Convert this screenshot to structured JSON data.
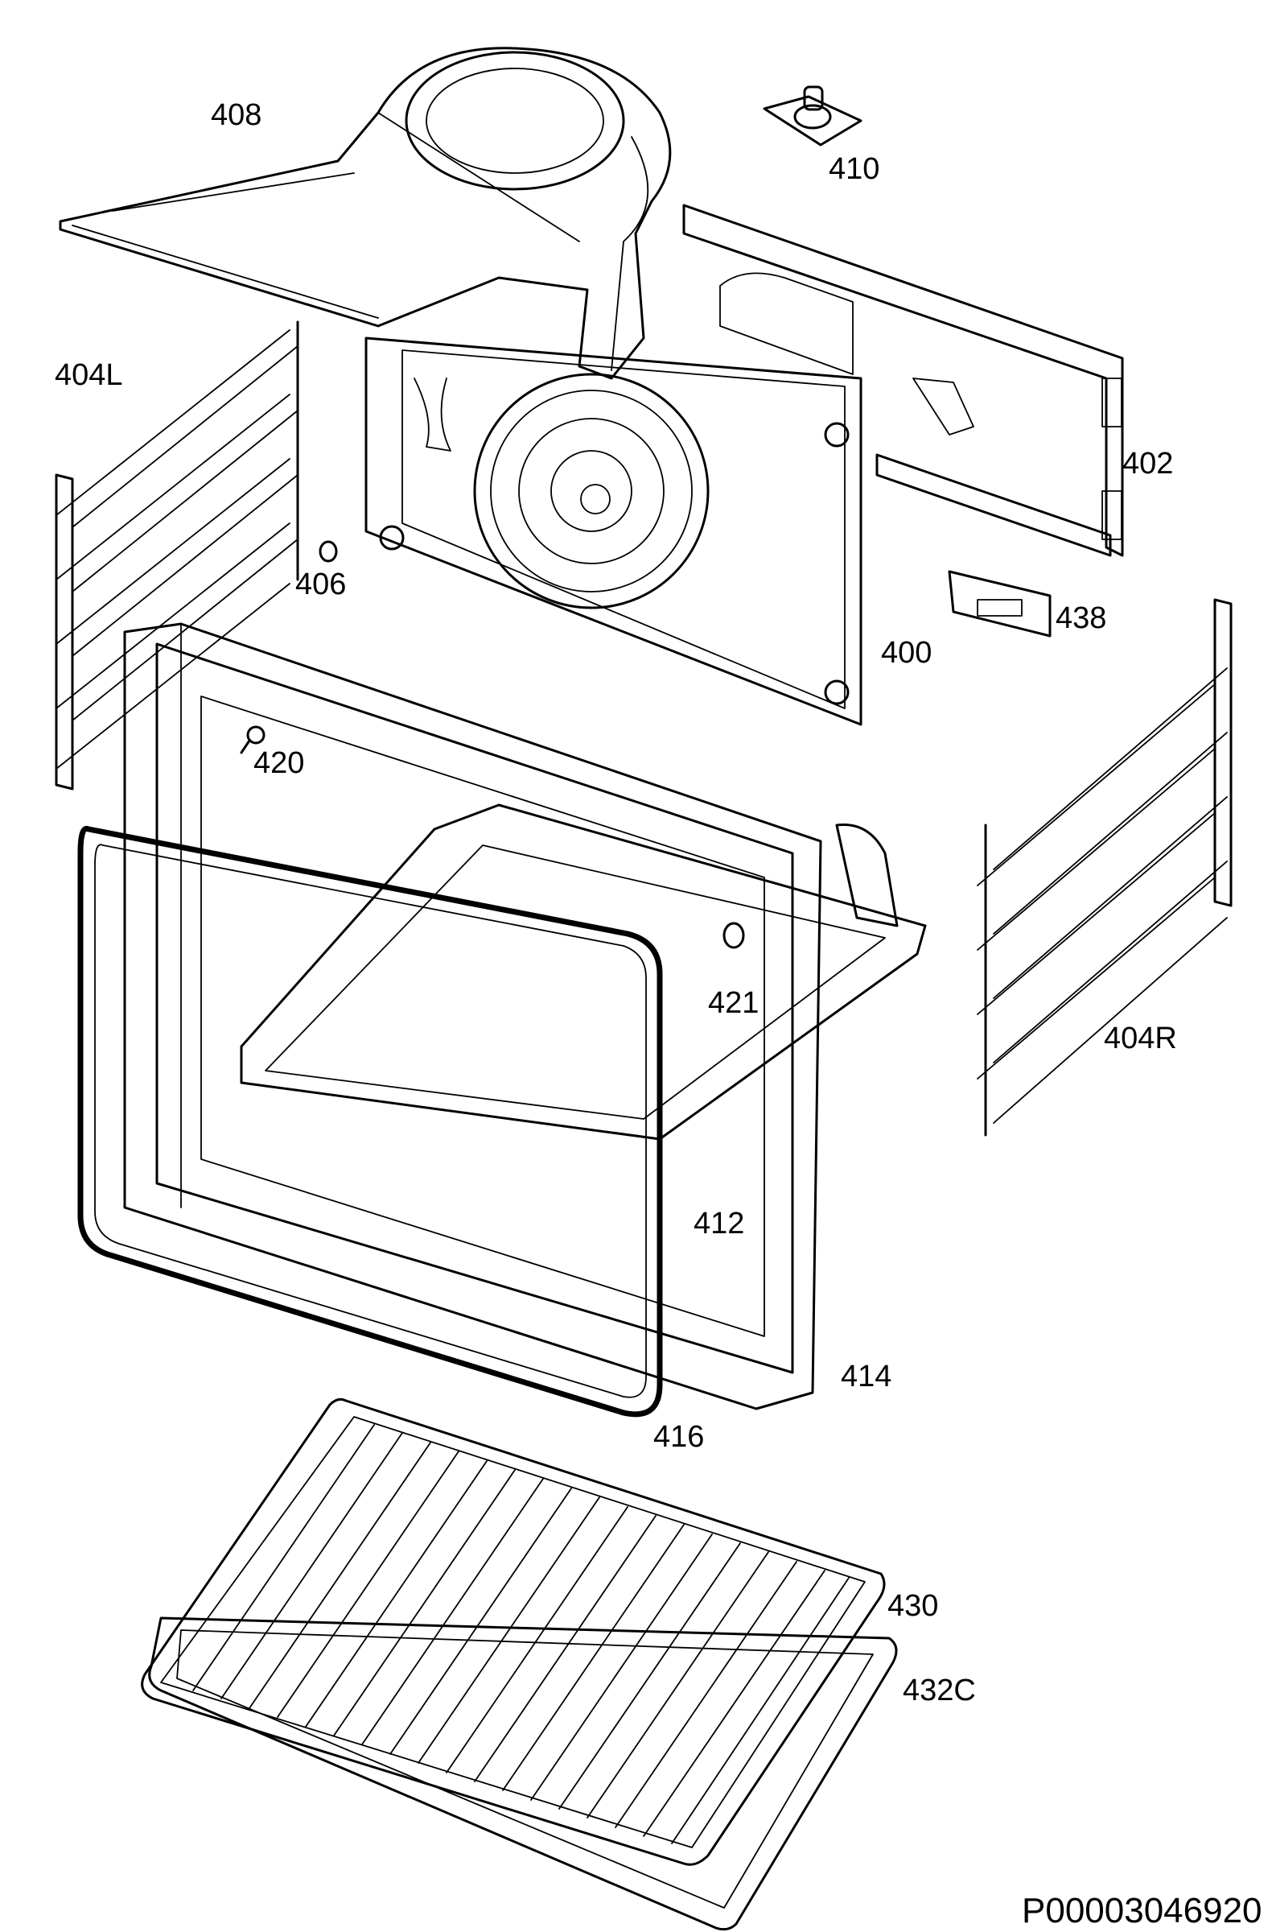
{
  "diagram": {
    "document_code": "P00003046920",
    "parts": [
      {
        "id": "fan-cover",
        "label": "408"
      },
      {
        "id": "lamp-holder",
        "label": "410"
      },
      {
        "id": "rear-bracket",
        "label": "402"
      },
      {
        "id": "shelf-support-left",
        "label": "404L"
      },
      {
        "id": "screw-406",
        "label": "406"
      },
      {
        "id": "rear-panel",
        "label": "400"
      },
      {
        "id": "clip-438",
        "label": "438"
      },
      {
        "id": "screw-420",
        "label": "420"
      },
      {
        "id": "shelf-support-right",
        "label": "404R"
      },
      {
        "id": "screw-421",
        "label": "421"
      },
      {
        "id": "oven-cavity",
        "label": "412"
      },
      {
        "id": "front-frame",
        "label": "414"
      },
      {
        "id": "door-gasket",
        "label": "416"
      },
      {
        "id": "wire-shelf",
        "label": "430"
      },
      {
        "id": "baking-tray",
        "label": "432C"
      }
    ]
  }
}
